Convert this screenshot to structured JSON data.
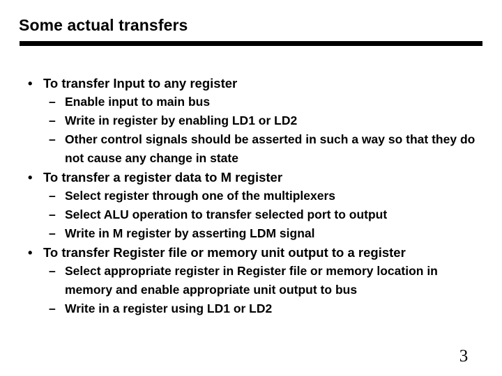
{
  "slide": {
    "title": "Some actual transfers",
    "page_number": "3",
    "accent_color": "#000000",
    "background_color": "#ffffff",
    "bullet_marker_level1": "•",
    "bullet_marker_level2": "–",
    "groups": [
      {
        "heading": "To transfer Input to any register",
        "subitems": [
          "Enable input to main bus",
          "Write in register by enabling LD1 or LD2",
          "Other control signals should be asserted in such a way so that they do not cause any change in state"
        ]
      },
      {
        "heading": "To transfer a register data to M register",
        "subitems": [
          "Select register through one of the multiplexers",
          "Select ALU operation to transfer selected port to output",
          "Write in M register by asserting LDM signal"
        ]
      },
      {
        "heading": "To transfer Register file or memory unit output to a register",
        "subitems": [
          "Select appropriate register in Register file or memory location in memory and enable appropriate unit output to bus",
          "Write in a register using LD1 or LD2"
        ]
      }
    ]
  }
}
